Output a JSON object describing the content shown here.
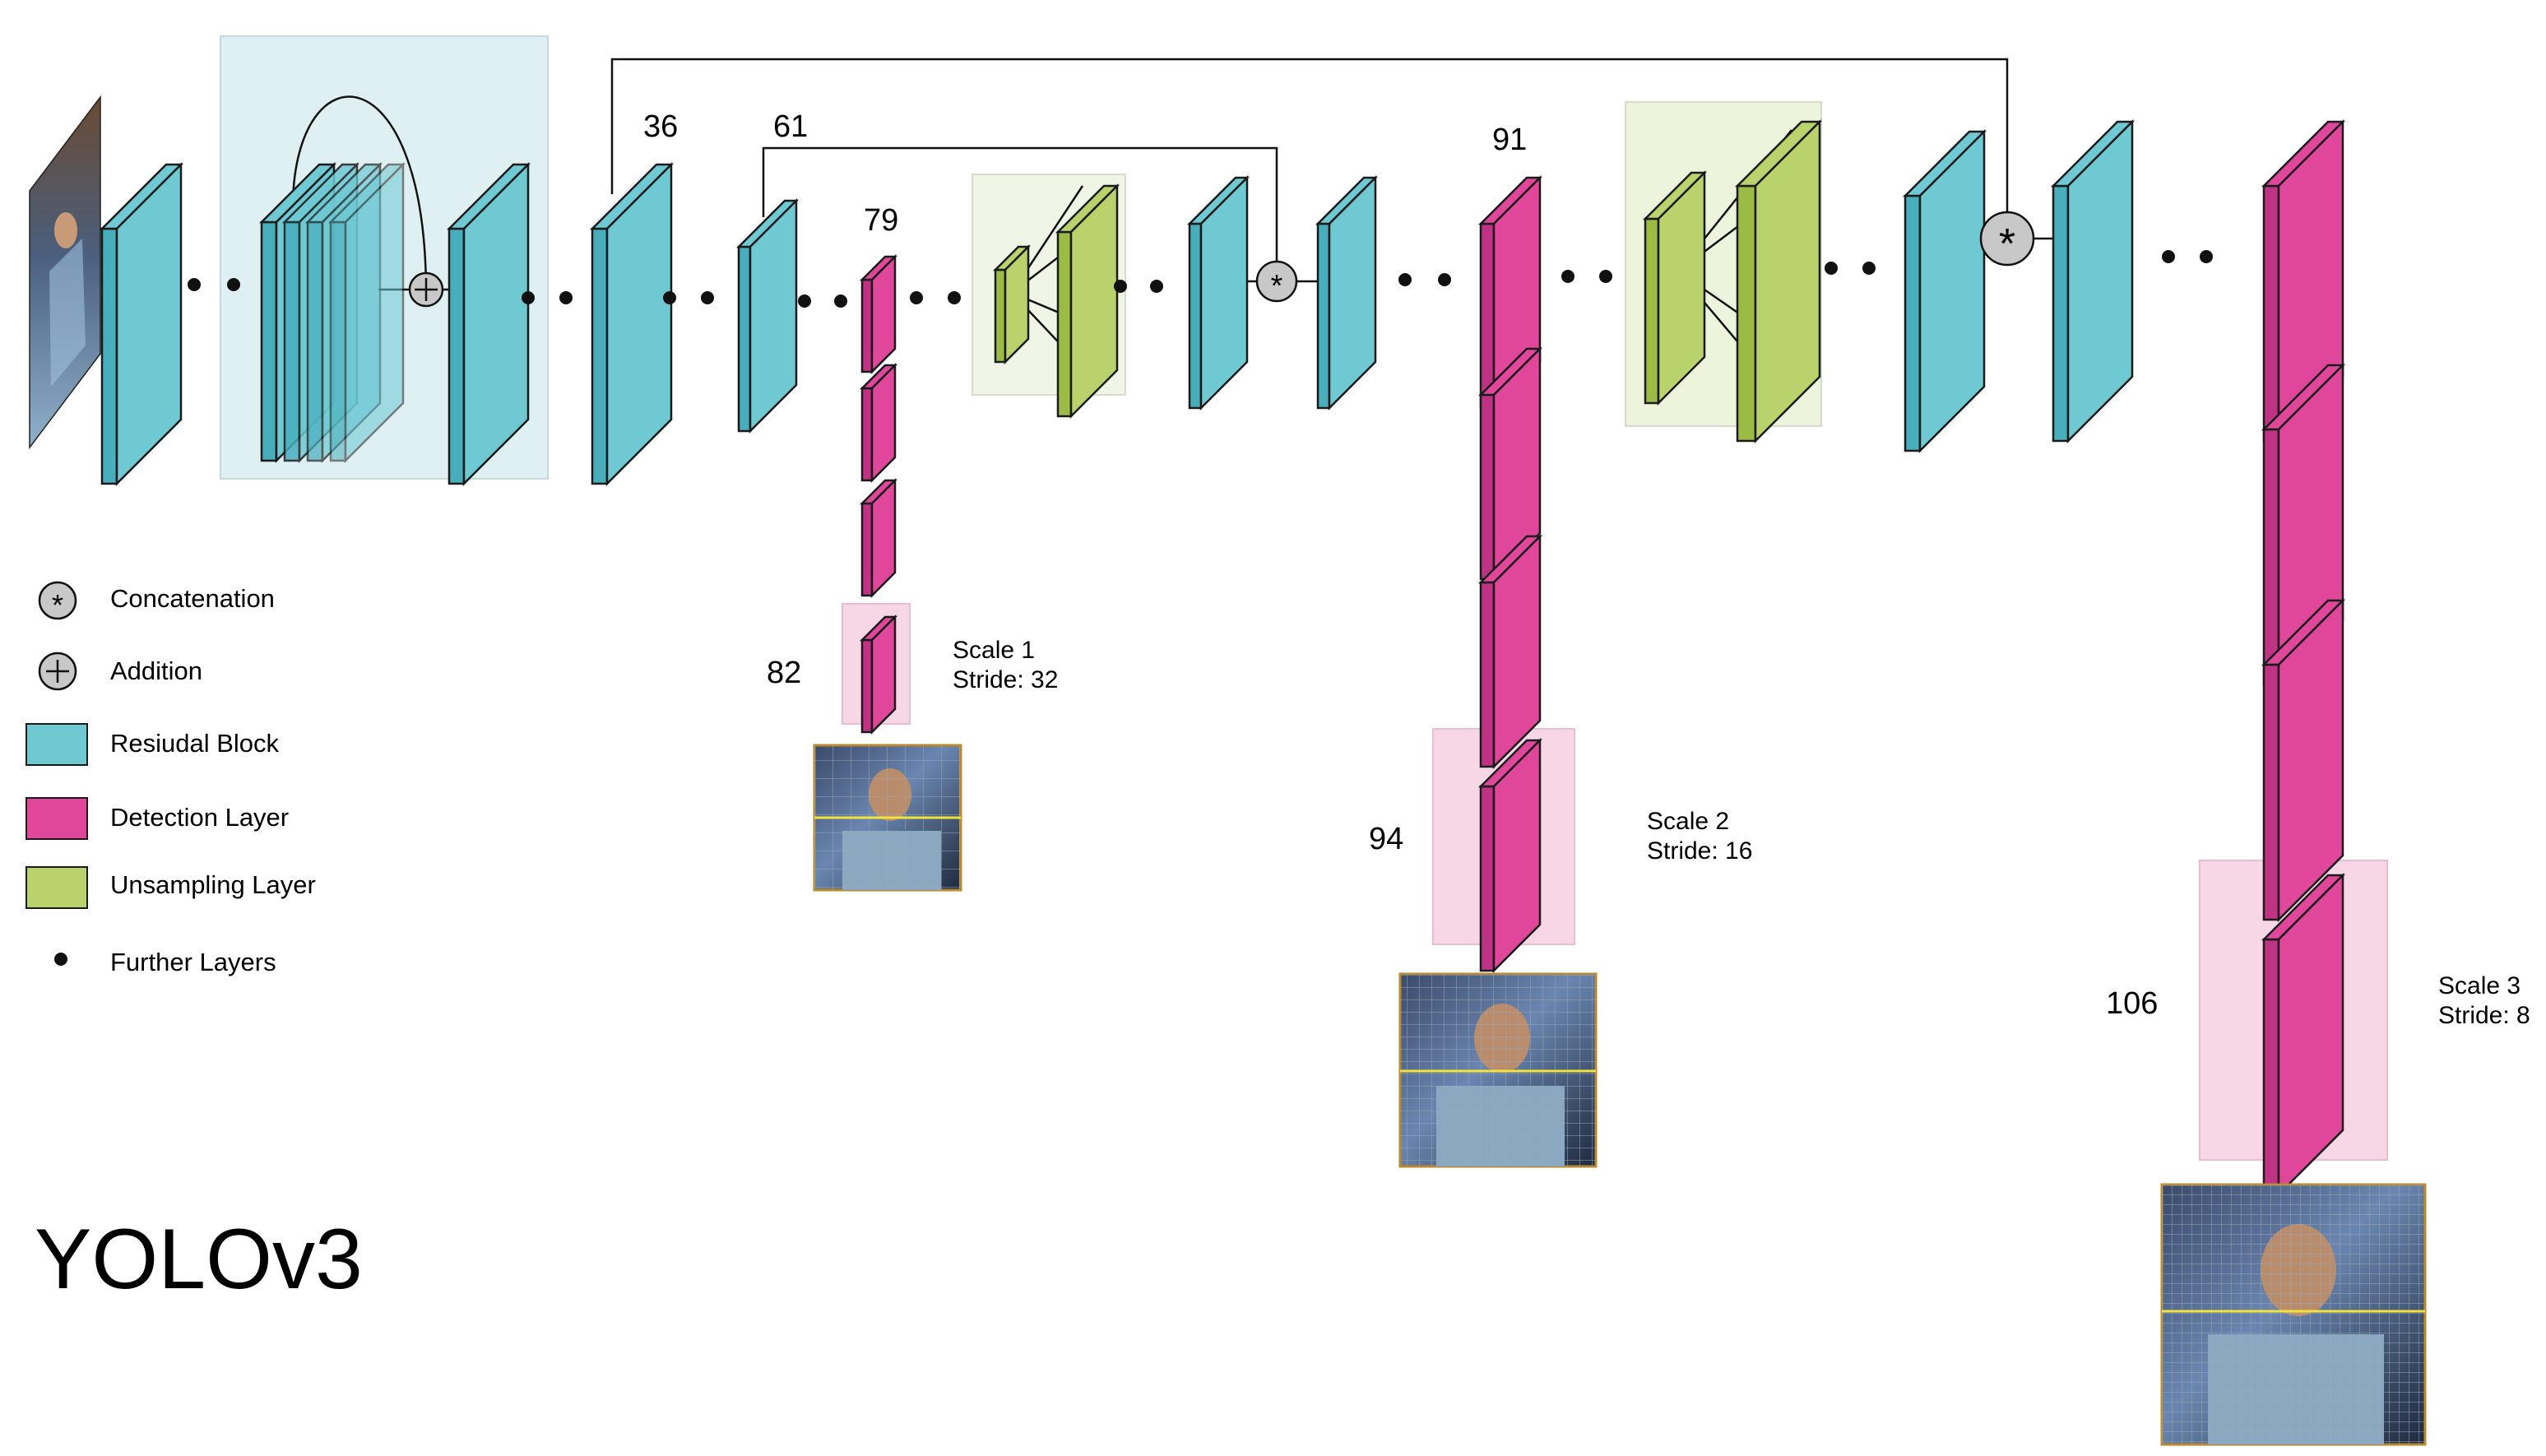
{
  "title": "YOLOv3",
  "layer_numbers": {
    "n36": "36",
    "n61": "61",
    "n79": "79",
    "n82": "82",
    "n91": "91",
    "n94": "94",
    "n106": "106"
  },
  "scales": [
    {
      "scale": "Scale 1",
      "stride": "Stride: 32"
    },
    {
      "scale": "Scale 2",
      "stride": "Stride: 16"
    },
    {
      "scale": "Scale 3",
      "stride": "Stride: 8"
    }
  ],
  "legend": [
    {
      "label": "Concatenation",
      "icon": "concatenation-icon"
    },
    {
      "label": "Addition",
      "icon": "addition-icon"
    },
    {
      "label": "Resiudal Block",
      "icon": "residual-block-swatch",
      "color": "#6ec9d3"
    },
    {
      "label": "Detection Layer",
      "icon": "detection-layer-swatch",
      "color": "#e0469a"
    },
    {
      "label": "Unsampling Layer",
      "icon": "upsampling-layer-swatch",
      "color": "#b9d26c"
    },
    {
      "label": "Further Layers",
      "icon": "dot-icon"
    }
  ],
  "colors": {
    "residual": "#6ec9d3",
    "detection": "#e0469a",
    "upsampling": "#b9d26c",
    "residual_panel": "#dff0f3",
    "upsampling_panel": "#f1f5e6",
    "detection_panel": "#f7d6e6"
  }
}
